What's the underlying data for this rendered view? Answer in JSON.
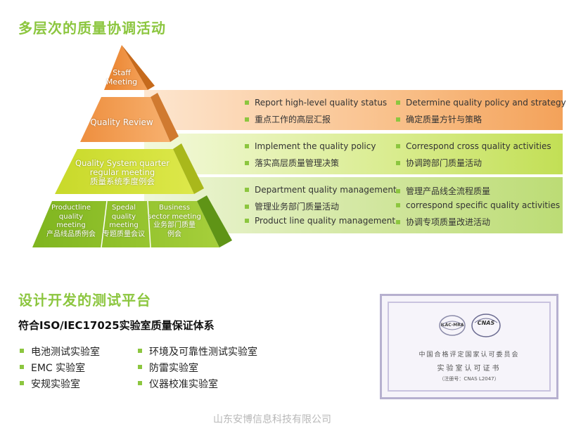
{
  "section1": {
    "title": "多层次的质量协调活动"
  },
  "pyramid": {
    "tier1": {
      "line1": "Staff",
      "line2": "Meeting"
    },
    "tier2": {
      "label": "Quality Review"
    },
    "tier3": {
      "line1": "Quality System quarter",
      "line2": "regular meeting",
      "line3": "质量系统季度例会"
    },
    "tier4": {
      "col1": {
        "line1": "Productline",
        "line2": "quality",
        "line3": "meeting",
        "line4": "产品线品质例会"
      },
      "col2": {
        "line1": "Spedal",
        "line2": "quality",
        "line3": "meeting",
        "line4": "专题质量会议"
      },
      "col3": {
        "line1": "Business",
        "line2": "sector meeting",
        "line3": "业务部门质量",
        "line4": "例会"
      }
    }
  },
  "bands": {
    "band1": {
      "left": [
        "Report high-level quality status",
        "重点工作的高层汇报"
      ],
      "right": [
        "Determine quality policy and strategy",
        "确定质量方针与策略"
      ]
    },
    "band2": {
      "left": [
        "Implement the quality policy",
        "落实高层质量管理决策"
      ],
      "right": [
        "Correspond cross quality activities",
        "协调跨部门质量活动"
      ]
    },
    "band3": {
      "left": [
        "Department quality management",
        "管理业务部门质量活动",
        "Product line quality management"
      ],
      "right": [
        "管理产品线全流程质量",
        "correspond specific quality activities",
        "协调专项质量改进活动"
      ]
    }
  },
  "section2": {
    "title": "设计开发的测试平台",
    "subtitle": "符合ISO/IEC17025实验室质量保证体系",
    "labs_left": [
      "电池测试实验室",
      "EMC 实验室",
      "安规实验室"
    ],
    "labs_right": [
      "环境及可靠性测试实验室",
      "防雷实验室",
      "仪器校准实验室"
    ]
  },
  "certificate": {
    "logo1": "ILAC-MRA",
    "logo2": "CNAS",
    "line1": "中国合格评定国家认可委员会",
    "line2": "实验室认可证书",
    "line3": "（注册号：CNAS L2047）"
  },
  "footer": {
    "company": "山东安博信息科技有限公司"
  },
  "colors": {
    "accent_green": "#8cc63f",
    "orange": "#f39a3c",
    "yellow_green": "#b9d72a"
  }
}
